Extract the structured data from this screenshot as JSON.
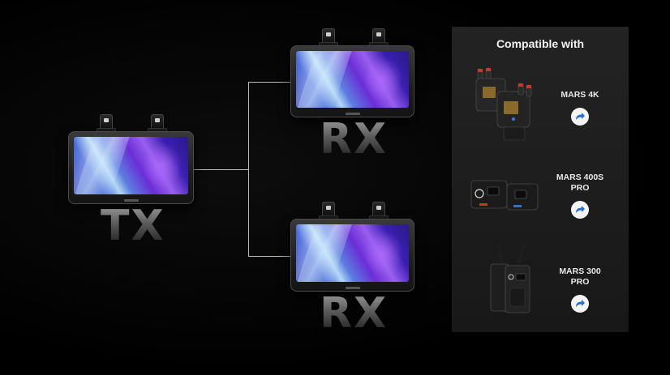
{
  "diagram": {
    "tx_label": "TX",
    "rx_top_label": "RX",
    "rx_bottom_label": "RX"
  },
  "compatible": {
    "title": "Compatible with",
    "products": [
      {
        "name_line1": "MARS 4K",
        "name_line2": "",
        "icon": "share-arrow-icon"
      },
      {
        "name_line1": "MARS 400S",
        "name_line2": "PRO",
        "icon": "share-arrow-icon"
      },
      {
        "name_line1": "MARS 300",
        "name_line2": "PRO",
        "icon": "share-arrow-icon"
      }
    ]
  },
  "colors": {
    "background": "#000000",
    "panel": "#1c1c1c",
    "link_arrow": "#1f6fd6"
  }
}
